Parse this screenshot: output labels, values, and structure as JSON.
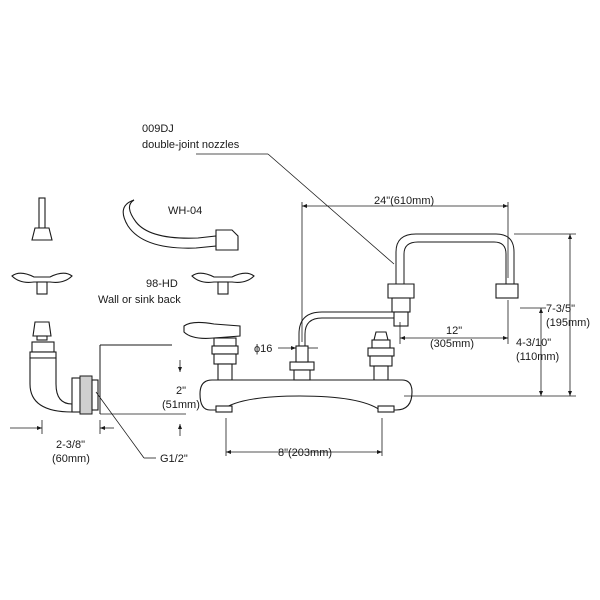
{
  "labels": {
    "nozzle_code": "009DJ",
    "nozzle_desc": "double-joint nozzles",
    "handle_code": "WH-04",
    "mount_code": "98-HD",
    "mount_desc": "Wall or sink back",
    "dim_total_width": "24\"(610mm)",
    "dim_spout_reach": "12\"",
    "dim_spout_reach_mm": "(305mm)",
    "dim_height_total": "7-3/5\"",
    "dim_height_total_mm": "(195mm)",
    "dim_height_inlet": "4-3/10\"",
    "dim_height_inlet_mm": "(110mm)",
    "dim_diameter": "ϕ16",
    "dim_center": "8\"(203mm)",
    "dim_depth": "2\"",
    "dim_depth_mm": "(51mm)",
    "dim_offset": "2-3/8\"",
    "dim_offset_mm": "(60mm)",
    "dim_thread": "G1/2\""
  }
}
